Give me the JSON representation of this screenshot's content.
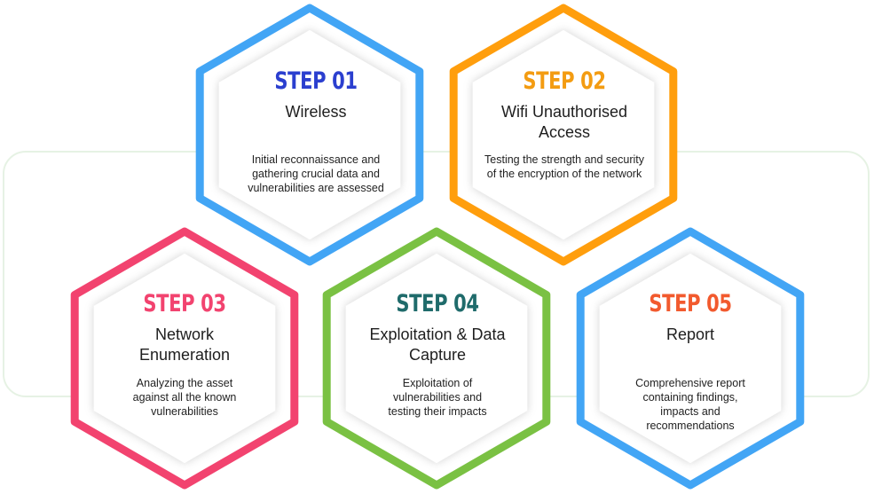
{
  "steps": [
    {
      "label": "STEP 01",
      "title": "Wireless",
      "description": "Initial reconnaissance and gathering crucial data and vulnerabilities are assessed",
      "color": "#42a5f5",
      "step_color": "#2b3fcf"
    },
    {
      "label": "STEP 02",
      "title": "Wifi Unauthorised Access",
      "description": "Testing the strength and security of the encryption of the network",
      "color": "#ff9e0d",
      "step_color": "#f39c12"
    },
    {
      "label": "STEP 03",
      "title": "Network Enumeration",
      "description": "Analyzing the asset against all the known vulnerabilities",
      "color": "#f2436f",
      "step_color": "#f2436f"
    },
    {
      "label": "STEP 04",
      "title": "Exploitation & Data Capture",
      "description": "Exploitation of vulnerabilities and testing their impacts",
      "color": "#7ac143",
      "step_color": "#1f6b6b"
    },
    {
      "label": "STEP 05",
      "title": "Report",
      "description": "Comprehensive report containing findings, impacts and recommendations",
      "color": "#42a5f5",
      "step_color": "#f25a2e"
    }
  ]
}
